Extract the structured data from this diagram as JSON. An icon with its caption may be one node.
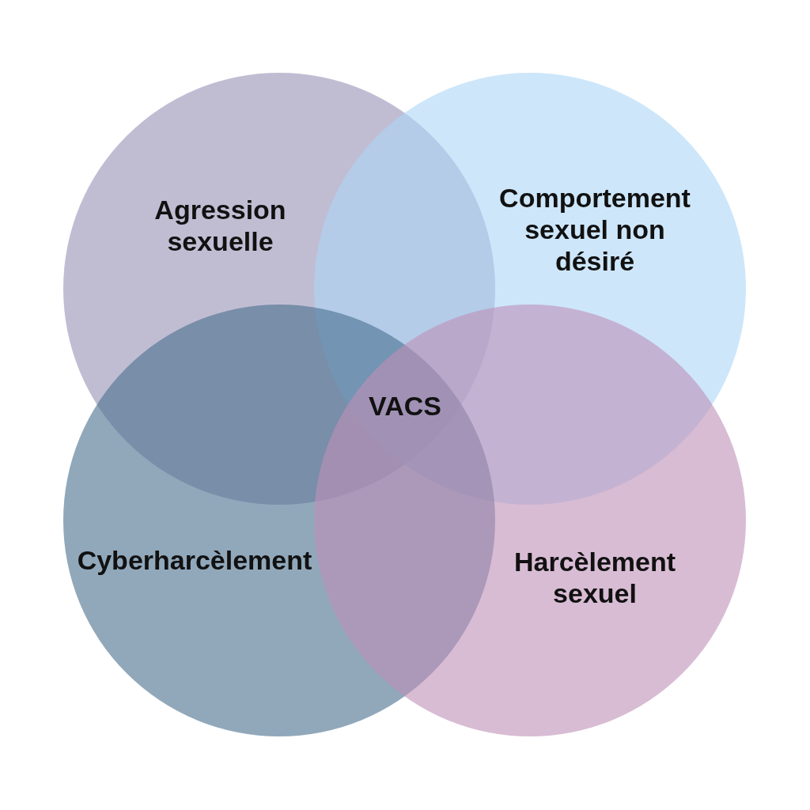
{
  "diagram": {
    "nodes": [
      {
        "text": [
          "Agression sexuelle"
        ]
      },
      {
        "text": [
          "Comportement sexuel non désiré"
        ]
      },
      {
        "text": [
          "Cyberharcèlement"
        ]
      },
      {
        "text": [
          "Harcèlement sexuel"
        ]
      }
    ],
    "labels": [
      "VACS"
    ]
  }
}
